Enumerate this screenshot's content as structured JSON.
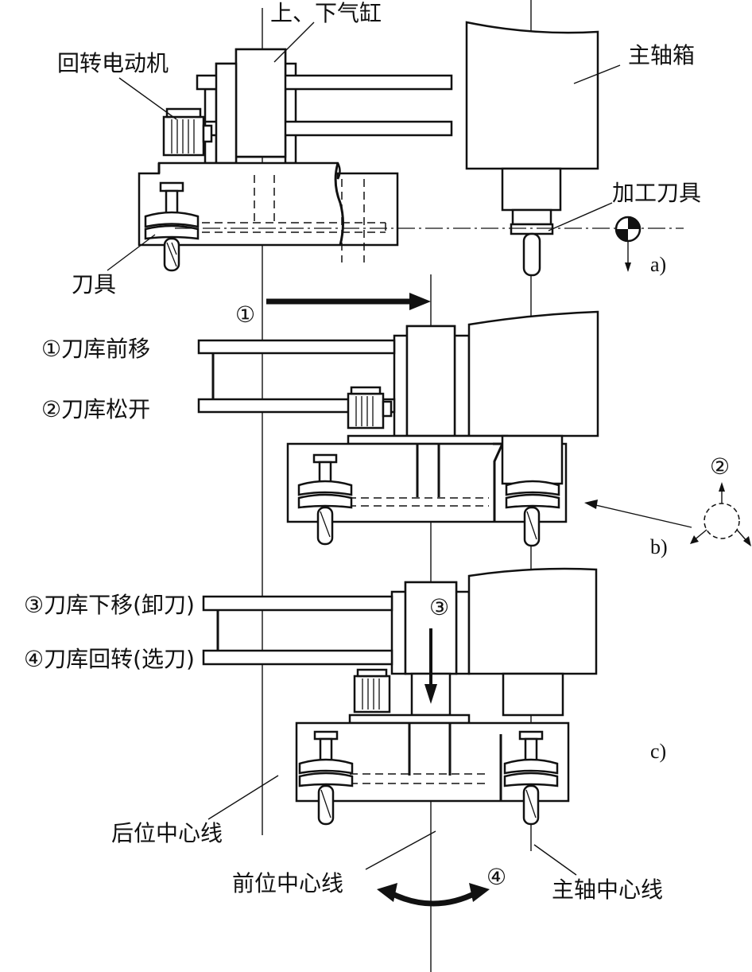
{
  "labels": {
    "cylinder": "上、下气缸",
    "rotary_motor": "回转电动机",
    "spindle_box": "主轴箱",
    "machining_tool": "加工刀具",
    "tool": "刀具",
    "view_a": "a)",
    "view_b": "b)",
    "view_c": "c)",
    "rear_centerline": "后位中心线",
    "front_centerline": "前位中心线",
    "spindle_centerline": "主轴中心线"
  },
  "steps": {
    "step1": "①刀库前移",
    "step2": "②刀库松开",
    "step3": "③刀库下移(卸刀)",
    "step4": "④刀库回转(选刀)"
  },
  "markers": {
    "m1": "①",
    "m2": "②",
    "m3": "③",
    "m4": "④"
  }
}
